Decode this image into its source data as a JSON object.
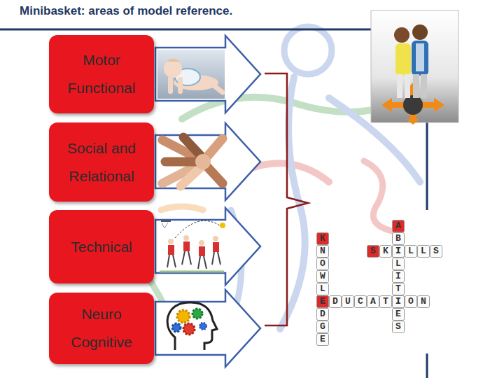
{
  "diagram": {
    "title": "Minibasket: areas of model reference.",
    "nodes": [
      {
        "text": [
          "Motor Functional"
        ]
      },
      {
        "text": [
          "Social and Relational"
        ]
      },
      {
        "text": [
          "Technical"
        ]
      },
      {
        "text": [
          "Neuro Cognitive"
        ]
      }
    ],
    "labels": [
      "KNOWLEDGE",
      "SKILLS",
      "ABILITIES",
      "EDUCATION"
    ]
  }
}
